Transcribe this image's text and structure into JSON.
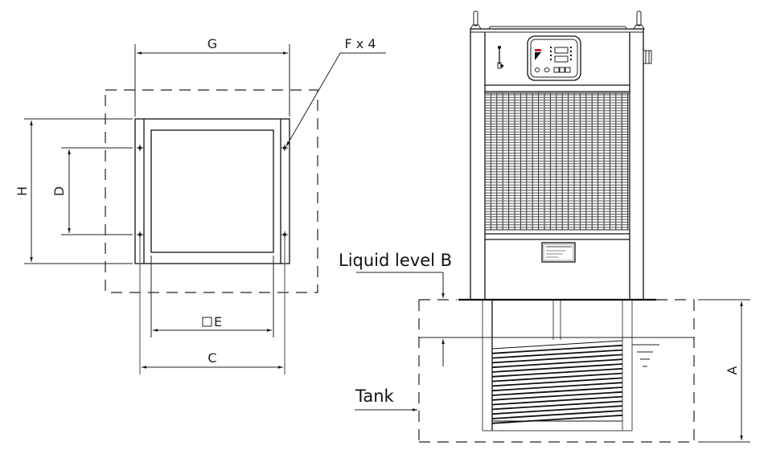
{
  "diagram": {
    "title": "Immersion chiller installation dimensions",
    "top_view": {
      "labels": {
        "G": "G",
        "H": "H",
        "D": "D",
        "C": "C",
        "E": "E",
        "E_prefix_symbol": "square",
        "F": "F x 4"
      }
    },
    "side_view": {
      "labels": {
        "liquid_level": "Liquid level B",
        "tank": "Tank",
        "A": "A"
      },
      "controller_indicator_color": "#d0202a"
    },
    "colors": {
      "line": "#111111",
      "background": "#ffffff"
    }
  }
}
